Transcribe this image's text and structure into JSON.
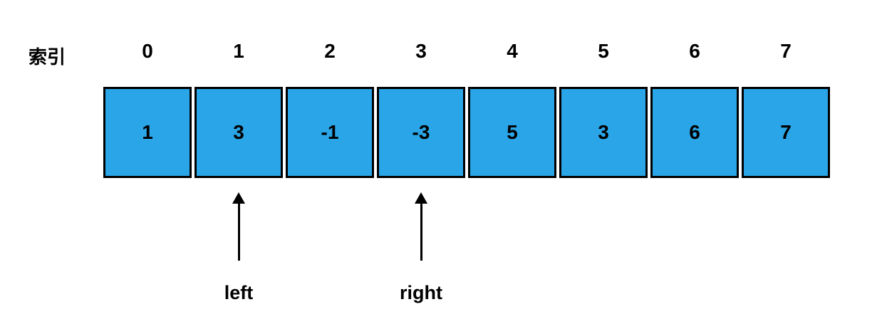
{
  "diagram": {
    "type": "array-two-pointer-diagram",
    "index_axis_label": "索引",
    "indices": [
      "0",
      "1",
      "2",
      "3",
      "4",
      "5",
      "6",
      "7"
    ],
    "cells": [
      "1",
      "3",
      "-1",
      "-3",
      "5",
      "3",
      "6",
      "7"
    ],
    "pointers": [
      {
        "label": "left",
        "points_to_index": 1
      },
      {
        "label": "right",
        "points_to_index": 3
      }
    ],
    "colors": {
      "cell_fill": "#2AA6E8",
      "cell_border": "#000000",
      "text_color": "#000000",
      "background": "#FFFFFF"
    }
  }
}
